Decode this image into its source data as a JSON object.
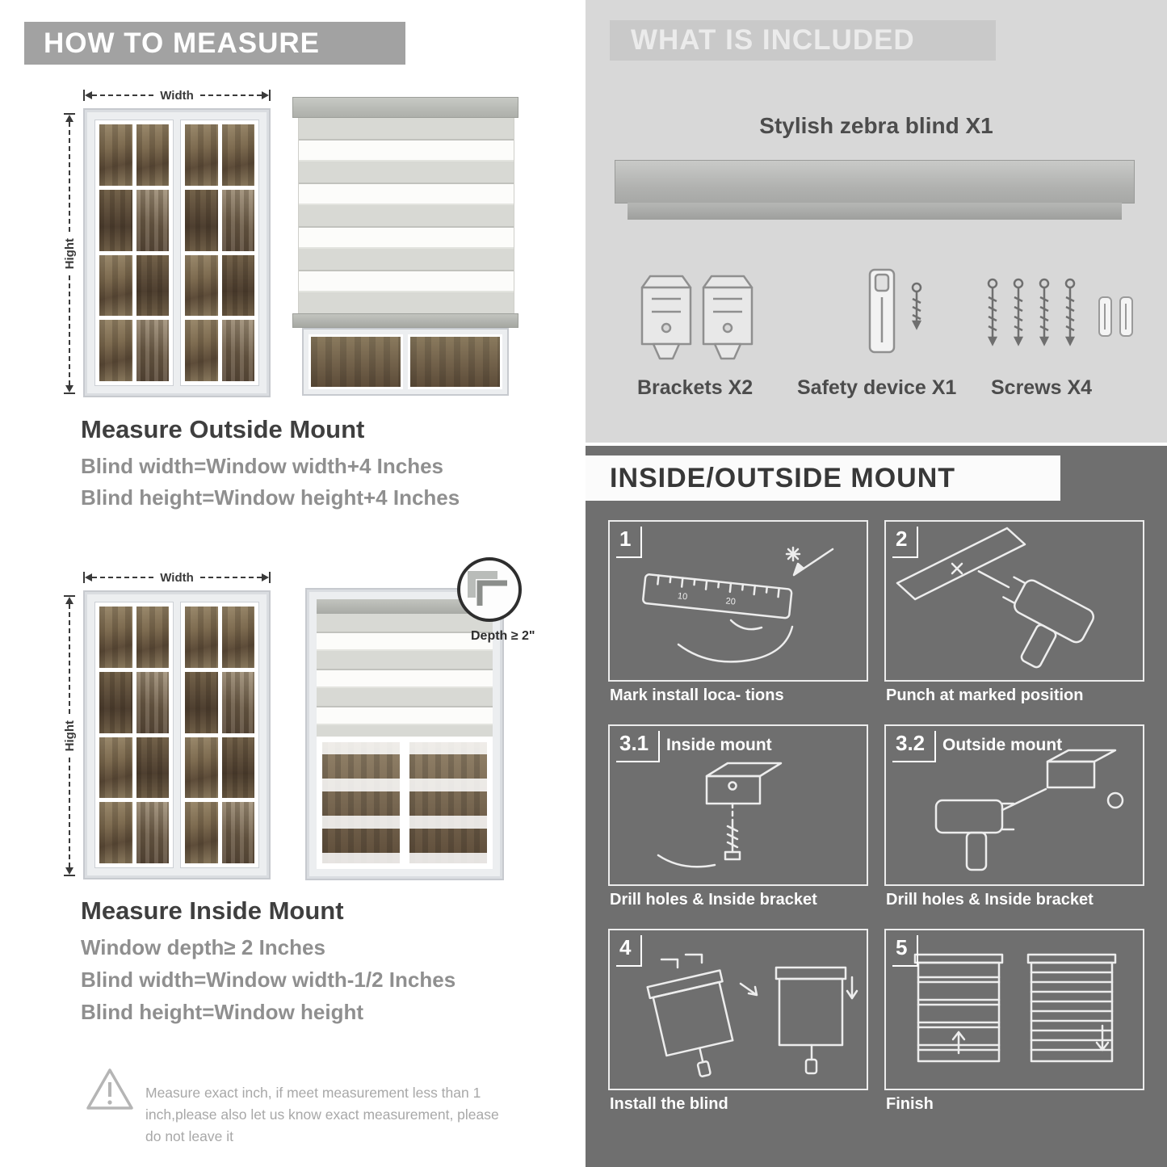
{
  "colors": {
    "left_header_bg": "#a2a2a2",
    "included_bg": "#d8d8d8",
    "included_banner_bg": "#c9c9c9",
    "dark_bg": "#6f6f6f",
    "muted_text": "#8f8f8f"
  },
  "left": {
    "header": "HOW TO MEASURE",
    "outside": {
      "width_label": "Width",
      "height_label": "Hight",
      "title": "Measure Outside Mount",
      "line1": "Blind width=Window width+4 Inches",
      "line2": "Blind height=Window height+4 Inches"
    },
    "inside": {
      "width_label": "Width",
      "height_label": "Hight",
      "depth_label": "Depth ≥ 2\"",
      "title": "Measure Inside Mount",
      "line1": "Window depth≥ 2 Inches",
      "line2": "Blind width=Window width-1/2 Inches",
      "line3": "Blind height=Window height"
    },
    "note": "Measure exact inch, if meet measurement less than 1 inch,please also let us know exact measurement, please do not leave it"
  },
  "right": {
    "included": {
      "header": "WHAT IS INCLUDED",
      "blind_label": "Stylish zebra blind X1",
      "items": [
        {
          "label": "Brackets X2"
        },
        {
          "label": "Safety device X1"
        },
        {
          "label": "Screws X4"
        }
      ]
    },
    "mount": {
      "header": "INSIDE/OUTSIDE MOUNT",
      "steps": [
        {
          "num": "1",
          "title": "",
          "caption": "Mark install loca- tions"
        },
        {
          "num": "2",
          "title": "",
          "caption": "Punch at  marked position"
        },
        {
          "num": "3.1",
          "title": "Inside mount",
          "caption": "Drill holes &  Inside bracket"
        },
        {
          "num": "3.2",
          "title": "Outside mount",
          "caption": "Drill holes &  Inside bracket"
        },
        {
          "num": "4",
          "title": "",
          "caption": "Install the blind"
        },
        {
          "num": "5",
          "title": "",
          "caption": "Finish"
        }
      ]
    }
  }
}
